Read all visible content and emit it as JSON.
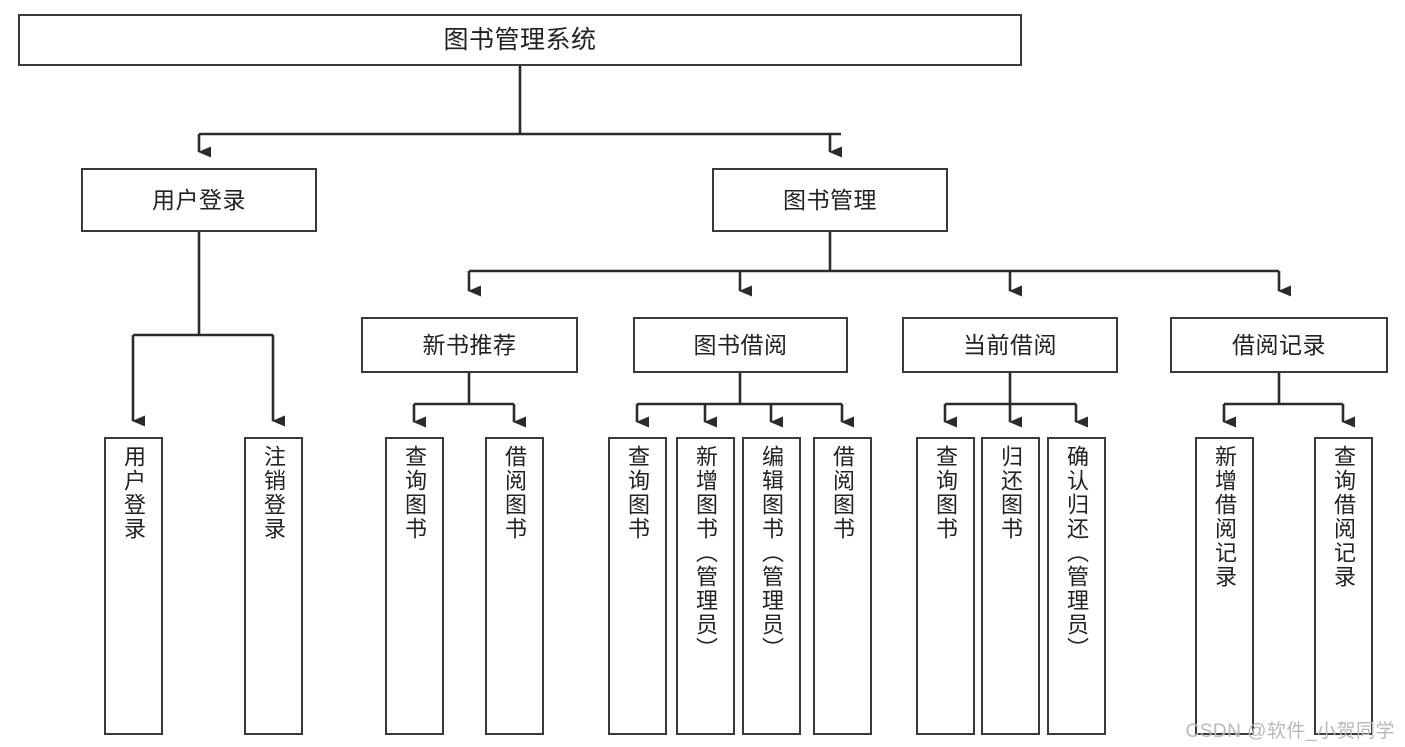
{
  "diagram": {
    "title": "图书管理系统",
    "type": "tree",
    "root": {
      "id": "root",
      "label": "图书管理系统",
      "level": 0
    },
    "level1": [
      {
        "id": "user-login",
        "label": "用户登录"
      },
      {
        "id": "book-manage",
        "label": "图书管理"
      }
    ],
    "level2": [
      {
        "id": "new-book-recommend",
        "label": "新书推荐",
        "parent": "book-manage"
      },
      {
        "id": "book-borrow",
        "label": "图书借阅",
        "parent": "book-manage"
      },
      {
        "id": "current-borrow",
        "label": "当前借阅",
        "parent": "book-manage"
      },
      {
        "id": "borrow-record",
        "label": "借阅记录",
        "parent": "book-manage"
      }
    ],
    "leaves": [
      {
        "id": "leaf-user-login",
        "label": "用户登录",
        "parent": "user-login"
      },
      {
        "id": "leaf-logout-login",
        "label": "注销登录",
        "parent": "user-login"
      },
      {
        "id": "leaf-query-book-1",
        "label": "查询图书",
        "parent": "new-book-recommend"
      },
      {
        "id": "leaf-borrow-book-1",
        "label": "借阅图书",
        "parent": "new-book-recommend"
      },
      {
        "id": "leaf-query-book-2",
        "label": "查询图书",
        "parent": "book-borrow"
      },
      {
        "id": "leaf-add-book",
        "label": "新增图书（管理员）",
        "parent": "book-borrow"
      },
      {
        "id": "leaf-edit-book",
        "label": "编辑图书（管理员）",
        "parent": "book-borrow"
      },
      {
        "id": "leaf-borrow-book-2",
        "label": "借阅图书",
        "parent": "book-borrow"
      },
      {
        "id": "leaf-query-book-3",
        "label": "查询图书",
        "parent": "current-borrow"
      },
      {
        "id": "leaf-return-book",
        "label": "归还图书",
        "parent": "current-borrow"
      },
      {
        "id": "leaf-confirm-return",
        "label": "确认归还（管理员）",
        "parent": "current-borrow"
      },
      {
        "id": "leaf-add-borrow-record",
        "label": "新增借阅记录",
        "parent": "borrow-record"
      },
      {
        "id": "leaf-query-borrow-record",
        "label": "查询借阅记录",
        "parent": "borrow-record"
      }
    ],
    "colors": {
      "box_stroke": "#3a3a3a",
      "box_fill": "#ffffff",
      "connector": "#2b2b2b",
      "text": "#222222",
      "watermark": "#b9b9b9"
    }
  },
  "watermark": {
    "text": "CSDN @软件_小贺同学"
  }
}
